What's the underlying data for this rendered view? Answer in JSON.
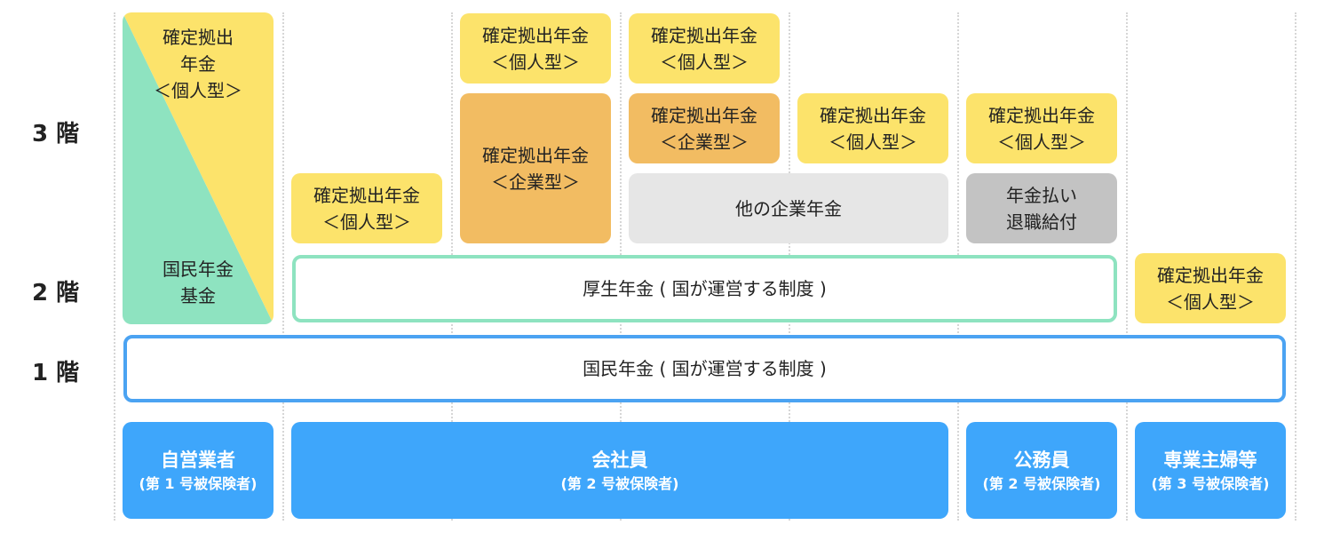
{
  "floors": {
    "third": "3 階",
    "second": "2 階",
    "first": "1 階"
  },
  "self_employed": {
    "top_label": "確定拠出\n年金\n＜個人型＞",
    "bottom_label": "国民年金\n基金"
  },
  "boxes": {
    "ideco_col2": "確定拠出年金\n＜個人型＞",
    "ideco_col3": "確定拠出年金\n＜個人型＞",
    "corporate_dc_col3": "確定拠出年金\n＜企業型＞",
    "ideco_col4": "確定拠出年金\n＜個人型＞",
    "corporate_dc_col4": "確定拠出年金\n＜企業型＞",
    "ideco_col5": "確定拠出年金\n＜個人型＞",
    "other_corporate_pension": "他の企業年金",
    "ideco_col6": "確定拠出年金\n＜個人型＞",
    "annuity_retirement": "年金払い\n退職給付",
    "ideco_col7": "確定拠出年金\n＜個人型＞"
  },
  "employees_pension": "厚生年金 ( 国が運営する制度 )",
  "national_pension": "国民年金 ( 国が運営する制度 )",
  "categories": [
    {
      "name": "自営業者",
      "insured": "(第 1 号被保険者)"
    },
    {
      "name": "会社員",
      "insured": "(第 2 号被保険者)"
    },
    {
      "name": "公務員",
      "insured": "(第 2 号被保険者)"
    },
    {
      "name": "専業主婦等",
      "insured": "(第 3 号被保険者)"
    }
  ],
  "colors": {
    "ideco_yellow": "#fce36b",
    "corporate_orange": "#f2bc62",
    "national_fund_green": "#8ee3c0",
    "category_blue": "#3ea6fb",
    "national_pension_border": "#4ba3f2",
    "other_pension_gray": "#e6e6e6",
    "annuity_gray": "#c3c3c3"
  }
}
